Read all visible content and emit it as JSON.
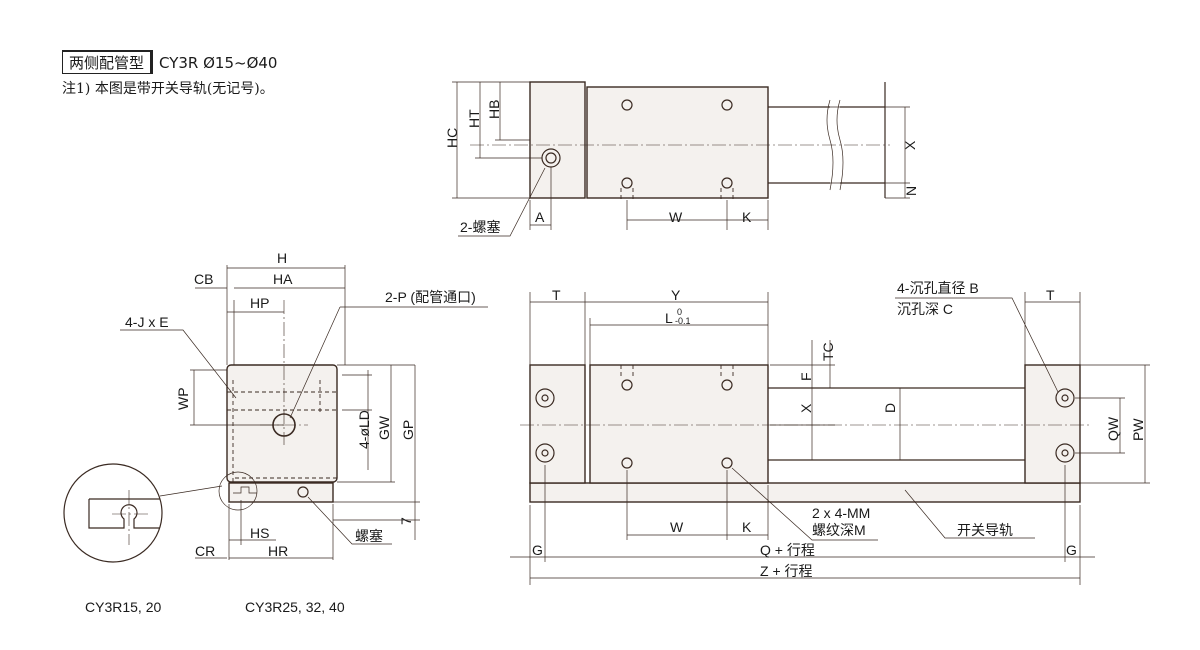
{
  "header": {
    "tag": "两侧配管型",
    "model": "CY3R Ø15~Ø40",
    "note": "注1) 本图是带开关导轨(无记号)。"
  },
  "top_view": {
    "dims": {
      "hc": "HC",
      "ht": "HT",
      "hb": "HB",
      "x": "X",
      "n": "N",
      "a": "A",
      "w": "W",
      "k": "K"
    },
    "plug_label": "2-螺塞"
  },
  "side_view": {
    "dims": {
      "h": "H",
      "ha": "HA",
      "cb": "CB",
      "hp": "HP",
      "wp": "WP",
      "ld": "4-øLD",
      "gw": "GW",
      "gp": "GP",
      "seven": "7",
      "hs": "HS",
      "hr": "HR",
      "cr": "CR"
    },
    "jxe": "4-J x E",
    "port": "2-P (配管通口)",
    "plug": "螺塞"
  },
  "front_view": {
    "dims": {
      "t_left": "T",
      "y": "Y",
      "l": "L",
      "l_upper": "0",
      "l_lower": "-0.1",
      "tc": "TC",
      "f": "F",
      "x": "X",
      "d": "D",
      "qw": "QW",
      "pw": "PW",
      "t_right": "T",
      "w": "W",
      "k": "K",
      "g_left": "G",
      "q": "Q + 行程",
      "z": "Z + 行程",
      "g_right": "G"
    },
    "counterbore1": "4-沉孔直径  B",
    "counterbore2": "沉孔深 C",
    "mm1": "2 x 4-MM",
    "mm2": "螺纹深M",
    "switch_rail": "开关导轨"
  },
  "captions": {
    "left": "CY3R15, 20",
    "right": "CY3R25, 32, 40"
  }
}
